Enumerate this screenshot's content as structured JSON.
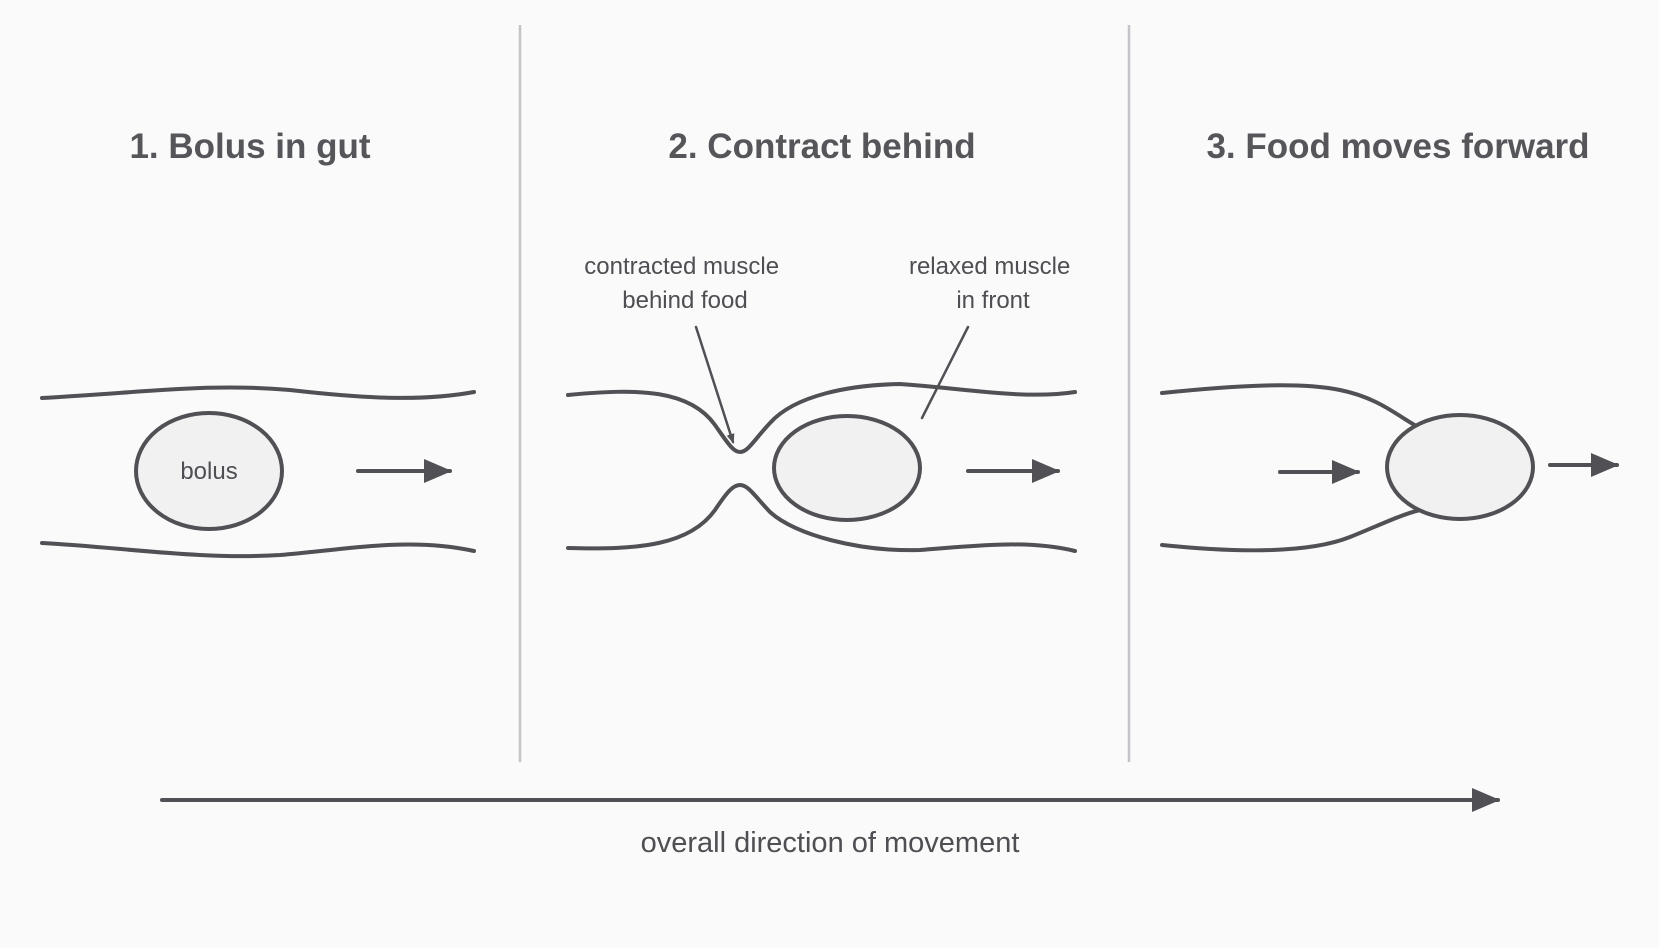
{
  "panels": [
    {
      "title": "1. Bolus in gut",
      "bolus_label": "bolus"
    },
    {
      "title": "2. Contract behind"
    },
    {
      "title": "3. Food moves forward"
    }
  ],
  "annotations": {
    "contracted": [
      "contracted muscle",
      "behind food"
    ],
    "relaxed": [
      "relaxed muscle",
      "in front"
    ]
  },
  "overall_direction": "overall direction of movement",
  "colors": {
    "stroke": "#505055",
    "divider": "#c4c4c8",
    "bolus_fill": "#f1f1f2",
    "background": "#fafafa"
  }
}
